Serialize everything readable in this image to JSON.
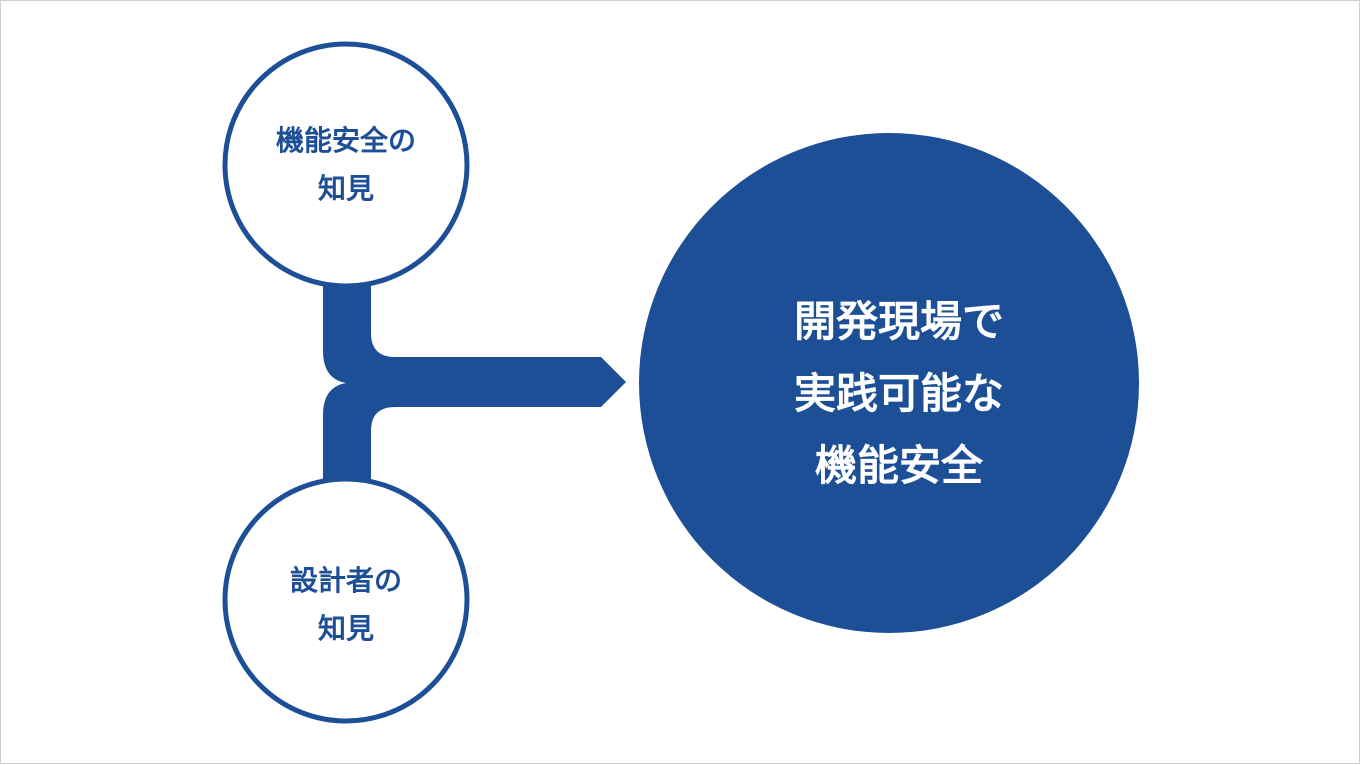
{
  "colors": {
    "primary": "#1d4f97",
    "background": "#ffffff",
    "frame_border": "#cfcfcf"
  },
  "nodes": {
    "top_input": {
      "lines": [
        "機能安全の",
        "知見"
      ]
    },
    "bottom_input": {
      "lines": [
        "設計者の",
        "知見"
      ]
    },
    "result": {
      "lines": [
        "開発現場で",
        "実践可能な",
        "機能安全"
      ]
    }
  }
}
